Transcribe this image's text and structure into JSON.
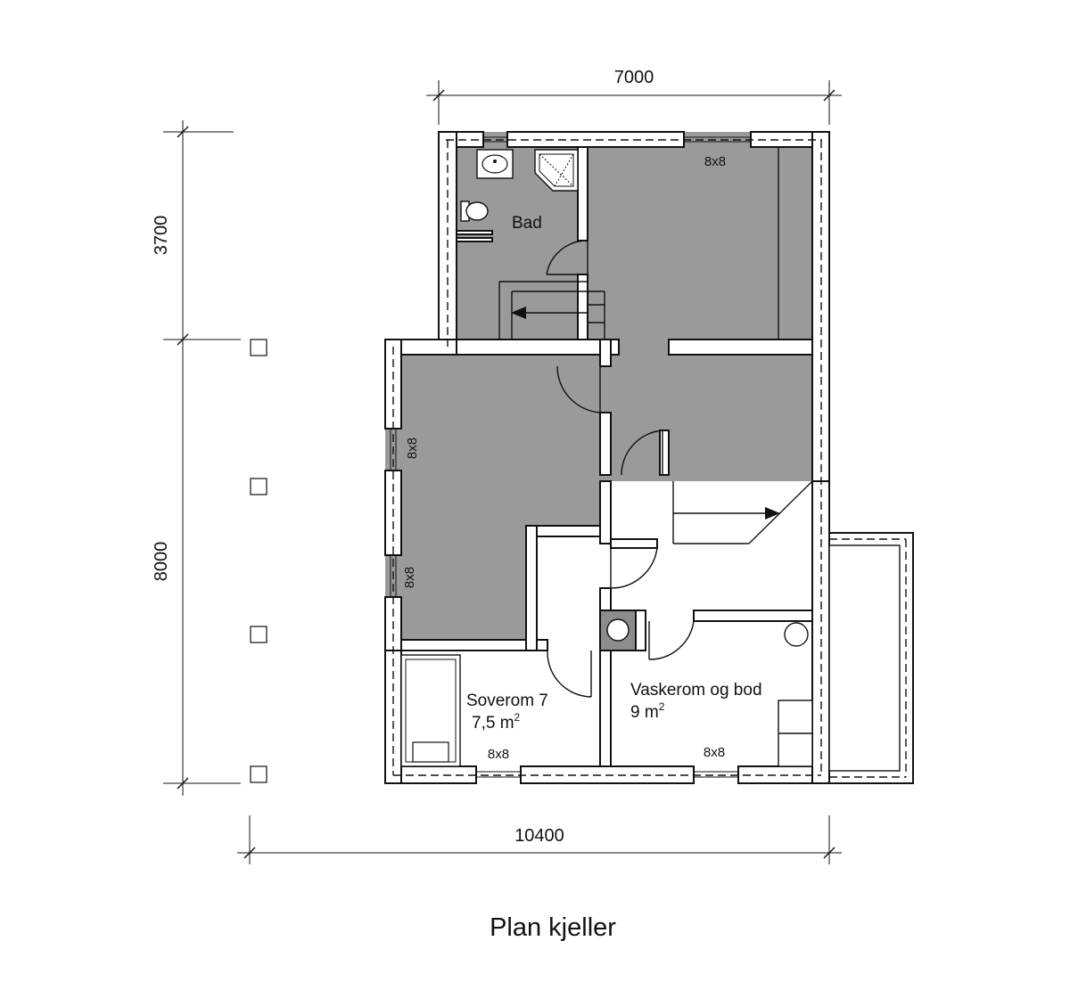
{
  "title": "Plan kjeller",
  "dimensions": {
    "top_width": "7000",
    "bottom_width": "10400",
    "left_upper": "3700",
    "left_lower": "8000"
  },
  "rooms": {
    "bad": {
      "name": "Bad"
    },
    "soverom": {
      "name": "Soverom 7",
      "area_value": "7,5 m",
      "area_exp": "2"
    },
    "vaskerom": {
      "name": "Vaskerom og bod",
      "area_value": "9 m",
      "area_exp": "2"
    }
  },
  "windows": {
    "top_right": "8x8",
    "left_upper": "8x8",
    "left_lower": "8x8",
    "bottom_left": "8x8",
    "bottom_right": "8x8"
  },
  "colors": {
    "shaded_area": "#9a9a9a",
    "wall_line": "#111111",
    "background": "#ffffff"
  }
}
